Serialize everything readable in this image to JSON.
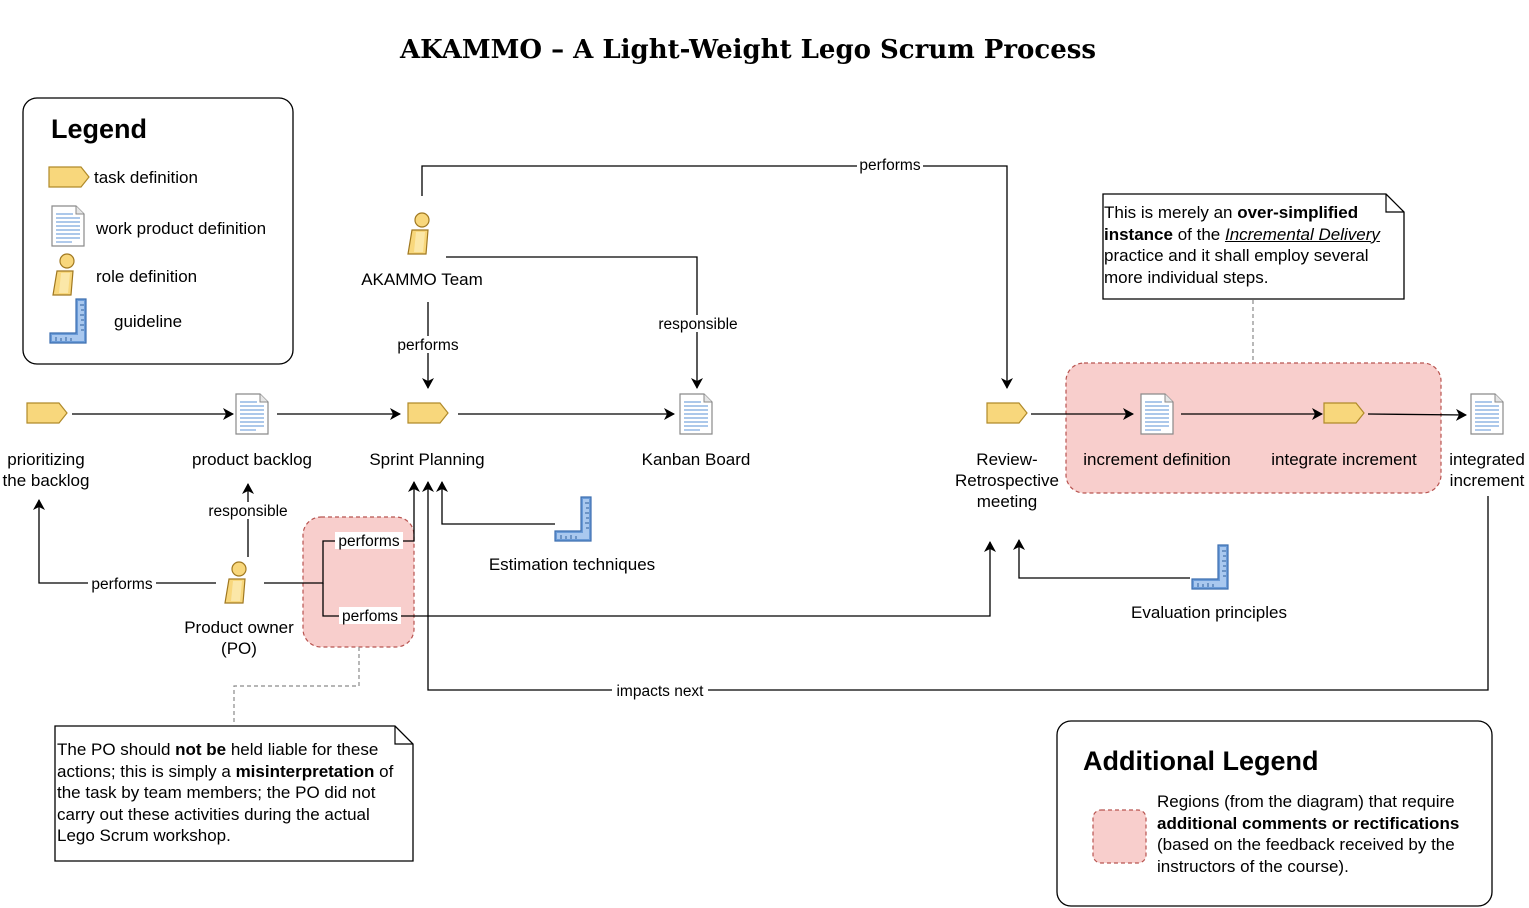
{
  "title": "AKAMMO – A Light-Weight Lego Scrum Process",
  "legend": {
    "title": "Legend",
    "items": [
      {
        "icon": "task-definition-icon",
        "label": "task definition"
      },
      {
        "icon": "work-product-definition-icon",
        "label": "work product definition"
      },
      {
        "icon": "role-definition-icon",
        "label": "role definition"
      },
      {
        "icon": "guideline-icon",
        "label": "guideline"
      }
    ]
  },
  "nodes": {
    "akammo_team": "AKAMMO Team",
    "prioritizing_line1": "prioritizing",
    "prioritizing_line2": "the backlog",
    "product_backlog": "product backlog",
    "sprint_planning": "Sprint Planning",
    "kanban_board": "Kanban Board",
    "review_line1": "Review-",
    "review_line2": "Retrospective",
    "review_line3": "meeting",
    "increment_definition": "increment definition",
    "integrate_increment": "integrate increment",
    "integrated_line1": "integrated",
    "integrated_line2": "increment",
    "estimation_techniques": "Estimation techniques",
    "evaluation_principles": "Evaluation principles",
    "po_line1": "Product owner",
    "po_line2": "(PO)"
  },
  "edge_labels": {
    "team_performs_review": "performs",
    "team_performs_sprint": "performs",
    "team_responsible_kanban": "responsible",
    "po_responsible_backlog": "responsible",
    "po_performs_prioritizing": "performs",
    "po_performs_sprint": "performs",
    "po_performs_review": "perfoms",
    "impacts_next": "impacts next"
  },
  "notes": {
    "increment": {
      "p1": "This is merely an ",
      "b1": "over-simplified instance",
      "p2": " of the ",
      "i1": "Incremental Delivery",
      "p3": " practice and it shall employ several more individual steps."
    },
    "po": {
      "p1": "The PO should ",
      "b1": "not be",
      "p2": " held liable for these actions; this is simply a ",
      "b2": "misinterpretation",
      "p3": " of the task by team members; the PO did not carry out these activities during the actual Lego Scrum workshop."
    }
  },
  "additional_legend": {
    "title": "Additional Legend",
    "p1": "Regions (from the diagram) that require ",
    "b1": "additional comments or rectifications",
    "p2": " (based on the feedback received by the instructors of the course)."
  },
  "colors": {
    "task_fill": "#f8d77c",
    "task_stroke": "#b08a2a",
    "highlight_fill": "#f8cecc",
    "highlight_stroke": "#b85450",
    "doc_stroke": "#8a8a8a",
    "guideline_fill": "#6a9bd8"
  }
}
